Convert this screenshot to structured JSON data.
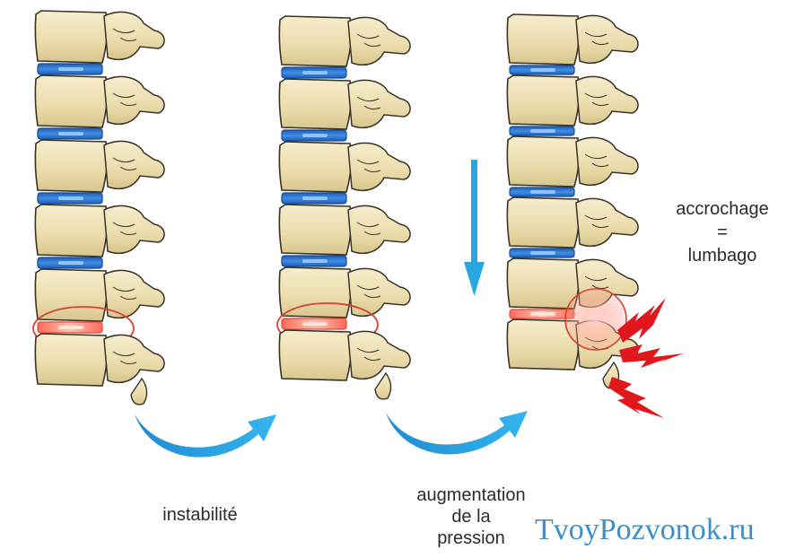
{
  "labels": {
    "instability": "instabilité",
    "augmentation": [
      "augmentation",
      "de la",
      "pression"
    ],
    "accrochage": [
      "accrochage",
      "=",
      "lumbago"
    ]
  },
  "watermark": "TvoyPozvonok.ru",
  "colors": {
    "bone": "#efe3b8",
    "bone_outline": "#3a3328",
    "disc": "#2b73c9",
    "disc_highlight": "#8fc3ff",
    "inflamed_disc": "#ff8a7a",
    "ellipse": "#d8412f",
    "arrow": "#29a6e0",
    "pain": "#e0181c",
    "text": "#2b2b2b",
    "watermark": "#3c8fc8"
  },
  "panels": [
    {
      "name": "spine-left",
      "inflamed_disc_level": 5,
      "pain_bolts": false
    },
    {
      "name": "spine-middle",
      "inflamed_disc_level": 5,
      "pain_bolts": false
    },
    {
      "name": "spine-right",
      "inflamed_disc_level": 5,
      "pain_bolts": true
    }
  ],
  "icons": [
    "curved-arrow-icon",
    "down-arrow-icon",
    "lightning-bolt-icon"
  ]
}
